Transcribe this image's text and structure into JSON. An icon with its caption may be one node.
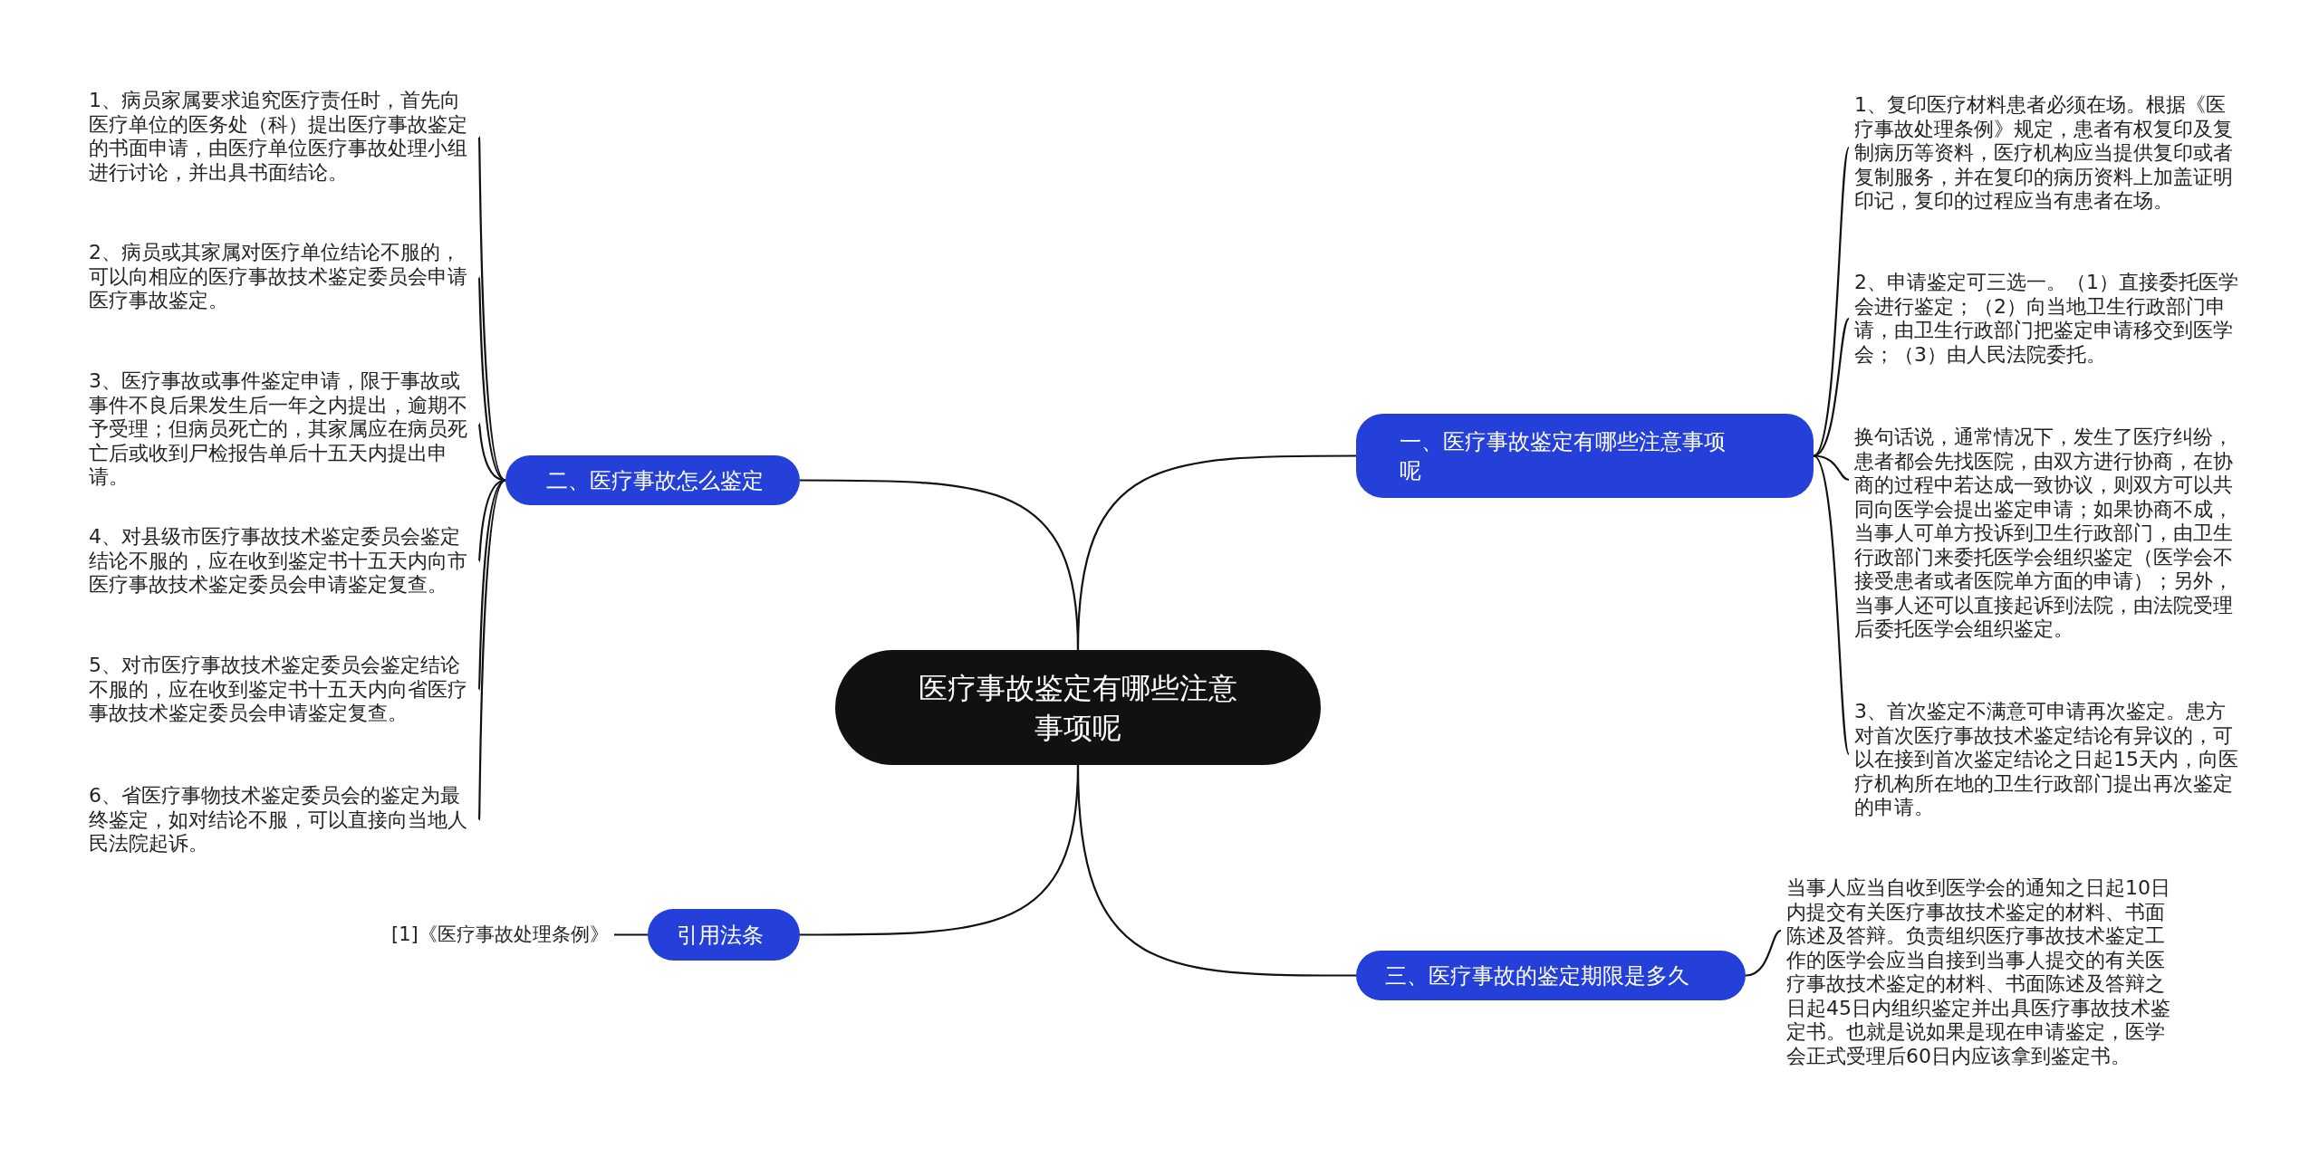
{
  "diagram": {
    "nodes": [
      {
        "text": [
          "医疗事故鉴定有哪些注意事项呢"
        ]
      },
      {
        "text": [
          "一、医疗事故鉴定有哪些注意事项呢"
        ]
      },
      {
        "text": [
          "1、复印医疗材料患者必须在场。根据《医疗事故处理条例》规定，患者有权复印及复制病历等资料，医疗机构应当提供复印或者复制服务，并在复印的病历资料上加盖证明印记，复印的过程应当有患者在场。"
        ]
      },
      {
        "text": [
          "2、申请鉴定可三选一。（1）直接委托医学会进行鉴定；（2）向当地卫生行政部门申请，由卫生行政部门把鉴定申请移交到医学会；（3）由人民法院委托。"
        ]
      },
      {
        "text": [
          "换句话说，通常情况下，发生了医疗纠纷，患者都会先找医院，由双方进行协商，在协商的过程中若达成一致协议，则双方可以共同向医学会提出鉴定申请；如果协商不成，当事人可单方投诉到卫生行政部门，由卫生行政部门来委托医学会组织鉴定（医学会不接受患者或者医院单方面的申请）；另外，当事人还可以直接起诉到法院，由法院受理后委托医学会组织鉴定。"
        ]
      },
      {
        "text": [
          "3、首次鉴定不满意可申请再次鉴定。患方对首次医疗事故技术鉴定结论有异议的，可以在接到首次鉴定结论之日起15天内，向医疗机构所在地的卫生行政部门提出再次鉴定的申请。"
        ]
      },
      {
        "text": [
          "二、医疗事故怎么鉴定"
        ]
      },
      {
        "text": [
          "1、病员家属要求追究医疗责任时，首先向医疗单位的医务处（科）提出医疗事故鉴定的书面申请，由医疗单位医疗事故处理小组进行讨论，并出具书面结论。"
        ]
      },
      {
        "text": [
          "2、病员或其家属对医疗单位结论不服的，可以向相应的医疗事故技术鉴定委员会申请医疗事故鉴定。"
        ]
      },
      {
        "text": [
          "3、医疗事故或事件鉴定申请，限于事故或事件不良后果发生后一年之内提出，逾期不予受理；但病员死亡的，其家属应在病员死亡后或收到尸检报告单后十五天内提出申请。"
        ]
      },
      {
        "text": [
          "4、对县级市医疗事故技术鉴定委员会鉴定结论不服的，应在收到鉴定书十五天内向市医疗事故技术鉴定委员会申请鉴定复查。"
        ]
      },
      {
        "text": [
          "5、对市医疗事故技术鉴定委员会鉴定结论不服的，应在收到鉴定书十五天内向省医疗事故技术鉴定委员会申请鉴定复查。"
        ]
      },
      {
        "text": [
          "6、省医疗事物技术鉴定委员会的鉴定为最终鉴定，如对结论不服，可以直接向当地人民法院起诉。"
        ]
      },
      {
        "text": [
          "三、医疗事故的鉴定期限是多久"
        ]
      },
      {
        "text": [
          "当事人应当自收到医学会的通知之日起10日内提交有关医疗事故技术鉴定的材料、书面陈述及答辩。负责组织医疗事故技术鉴定工作的医学会应当自接到当事人提交的有关医疗事故技术鉴定的材料、书面陈述及答辩之日起45日内组织鉴定并出具医疗事故技术鉴定书。也就是说如果是现在申请鉴定，医学会正式受理后60日内应该拿到鉴定书。"
        ]
      },
      {
        "text": [
          "引用法条"
        ]
      },
      {
        "text": [
          "[1]《医疗事故处理条例》"
        ]
      }
    ],
    "edges": [
      {
        "from": 0,
        "to": 1,
        "arrow": "none"
      },
      {
        "from": 1,
        "to": 2,
        "arrow": "none"
      },
      {
        "from": 1,
        "to": 3,
        "arrow": "none"
      },
      {
        "from": 1,
        "to": 4,
        "arrow": "none"
      },
      {
        "from": 1,
        "to": 5,
        "arrow": "none"
      },
      {
        "from": 0,
        "to": 6,
        "arrow": "none"
      },
      {
        "from": 6,
        "to": 7,
        "arrow": "none"
      },
      {
        "from": 6,
        "to": 8,
        "arrow": "none"
      },
      {
        "from": 6,
        "to": 9,
        "arrow": "none"
      },
      {
        "from": 6,
        "to": 10,
        "arrow": "none"
      },
      {
        "from": 6,
        "to": 11,
        "arrow": "none"
      },
      {
        "from": 6,
        "to": 12,
        "arrow": "none"
      },
      {
        "from": 0,
        "to": 13,
        "arrow": "none"
      },
      {
        "from": 13,
        "to": 14,
        "arrow": "none"
      },
      {
        "from": 0,
        "to": 15,
        "arrow": "none"
      },
      {
        "from": 15,
        "to": 16,
        "arrow": "none"
      }
    ]
  }
}
